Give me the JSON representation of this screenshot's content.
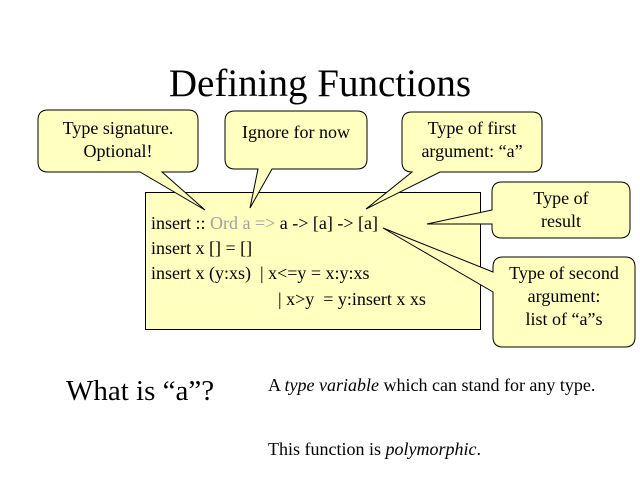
{
  "title": "Defining Functions",
  "callouts": {
    "type_signature": [
      "Type signature.",
      "Optional!"
    ],
    "ignore": "Ignore for now",
    "first_arg": [
      "Type of first",
      "argument: “a”"
    ],
    "result": [
      "Type of",
      "result"
    ],
    "second_arg": [
      "Type of second",
      "argument:",
      "list of “a”s"
    ]
  },
  "code": {
    "line1_a": "insert :: ",
    "line1_gray": "Ord a =>",
    "line1_b": " a -> [a] -> [a]",
    "line2": "insert x [] = []",
    "line3": "insert x (y:xs)  | x<=y = x:y:xs",
    "line4": "| x>y  = y:insert x xs"
  },
  "question": "What is “a”?",
  "explanation": {
    "p1_a": "A ",
    "p1_em": "type variable",
    "p1_b": " which can stand for any type.",
    "p2_a": "This function is ",
    "p2_em": "polymorphic",
    "p2_b": "."
  },
  "colors": {
    "callout_fill": "#ffffc0",
    "highlight_text": "#a0a0a0"
  }
}
